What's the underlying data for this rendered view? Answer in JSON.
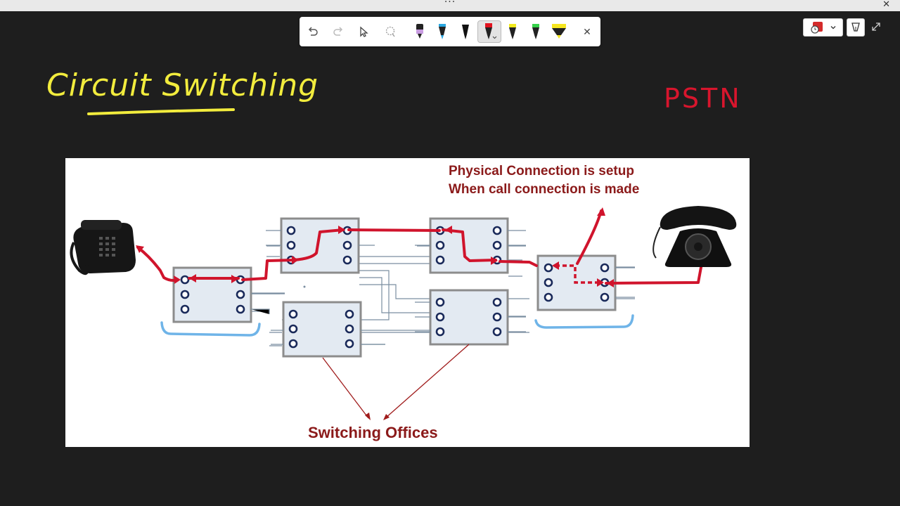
{
  "window": {
    "menu_dots": "···",
    "close_glyph": "✕"
  },
  "toolbar": {
    "tools": [
      {
        "name": "undo-icon",
        "glyph": "↶"
      },
      {
        "name": "redo-icon",
        "glyph": "↷"
      },
      {
        "name": "select-cursor-icon",
        "glyph": "⇖"
      },
      {
        "name": "lasso-icon",
        "glyph": "◌"
      },
      {
        "name": "pen-purple-icon",
        "color": "#c79be0"
      },
      {
        "name": "pen-blue-icon",
        "color": "#2aa7e0"
      },
      {
        "name": "pen-black-icon",
        "color": "#111111"
      },
      {
        "name": "pen-red-icon",
        "color": "#e1121e"
      },
      {
        "name": "highlighter-yellow-icon",
        "color": "#f2ea1d"
      },
      {
        "name": "highlighter-green-icon",
        "color": "#35d14a"
      },
      {
        "name": "highlighter-yellow-wide-icon",
        "color": "#f6e620"
      }
    ],
    "close_glyph": "✕"
  },
  "annotations": {
    "title": "Circuit Switching",
    "side_note": "PSTN",
    "title_color": "#f2ec3d",
    "note_color": "#d8152d"
  },
  "slide": {
    "caption_line1": "Physical Connection is setup",
    "caption_line2": "When call connection is made",
    "bottom_label": "Switching Offices",
    "text_color": "#8b1a1a",
    "path_color": "#d0142c",
    "bracket_color": "#6fb4e8",
    "switch_fill": "#e3eaf2",
    "switch_border": "#8c8c8c"
  }
}
